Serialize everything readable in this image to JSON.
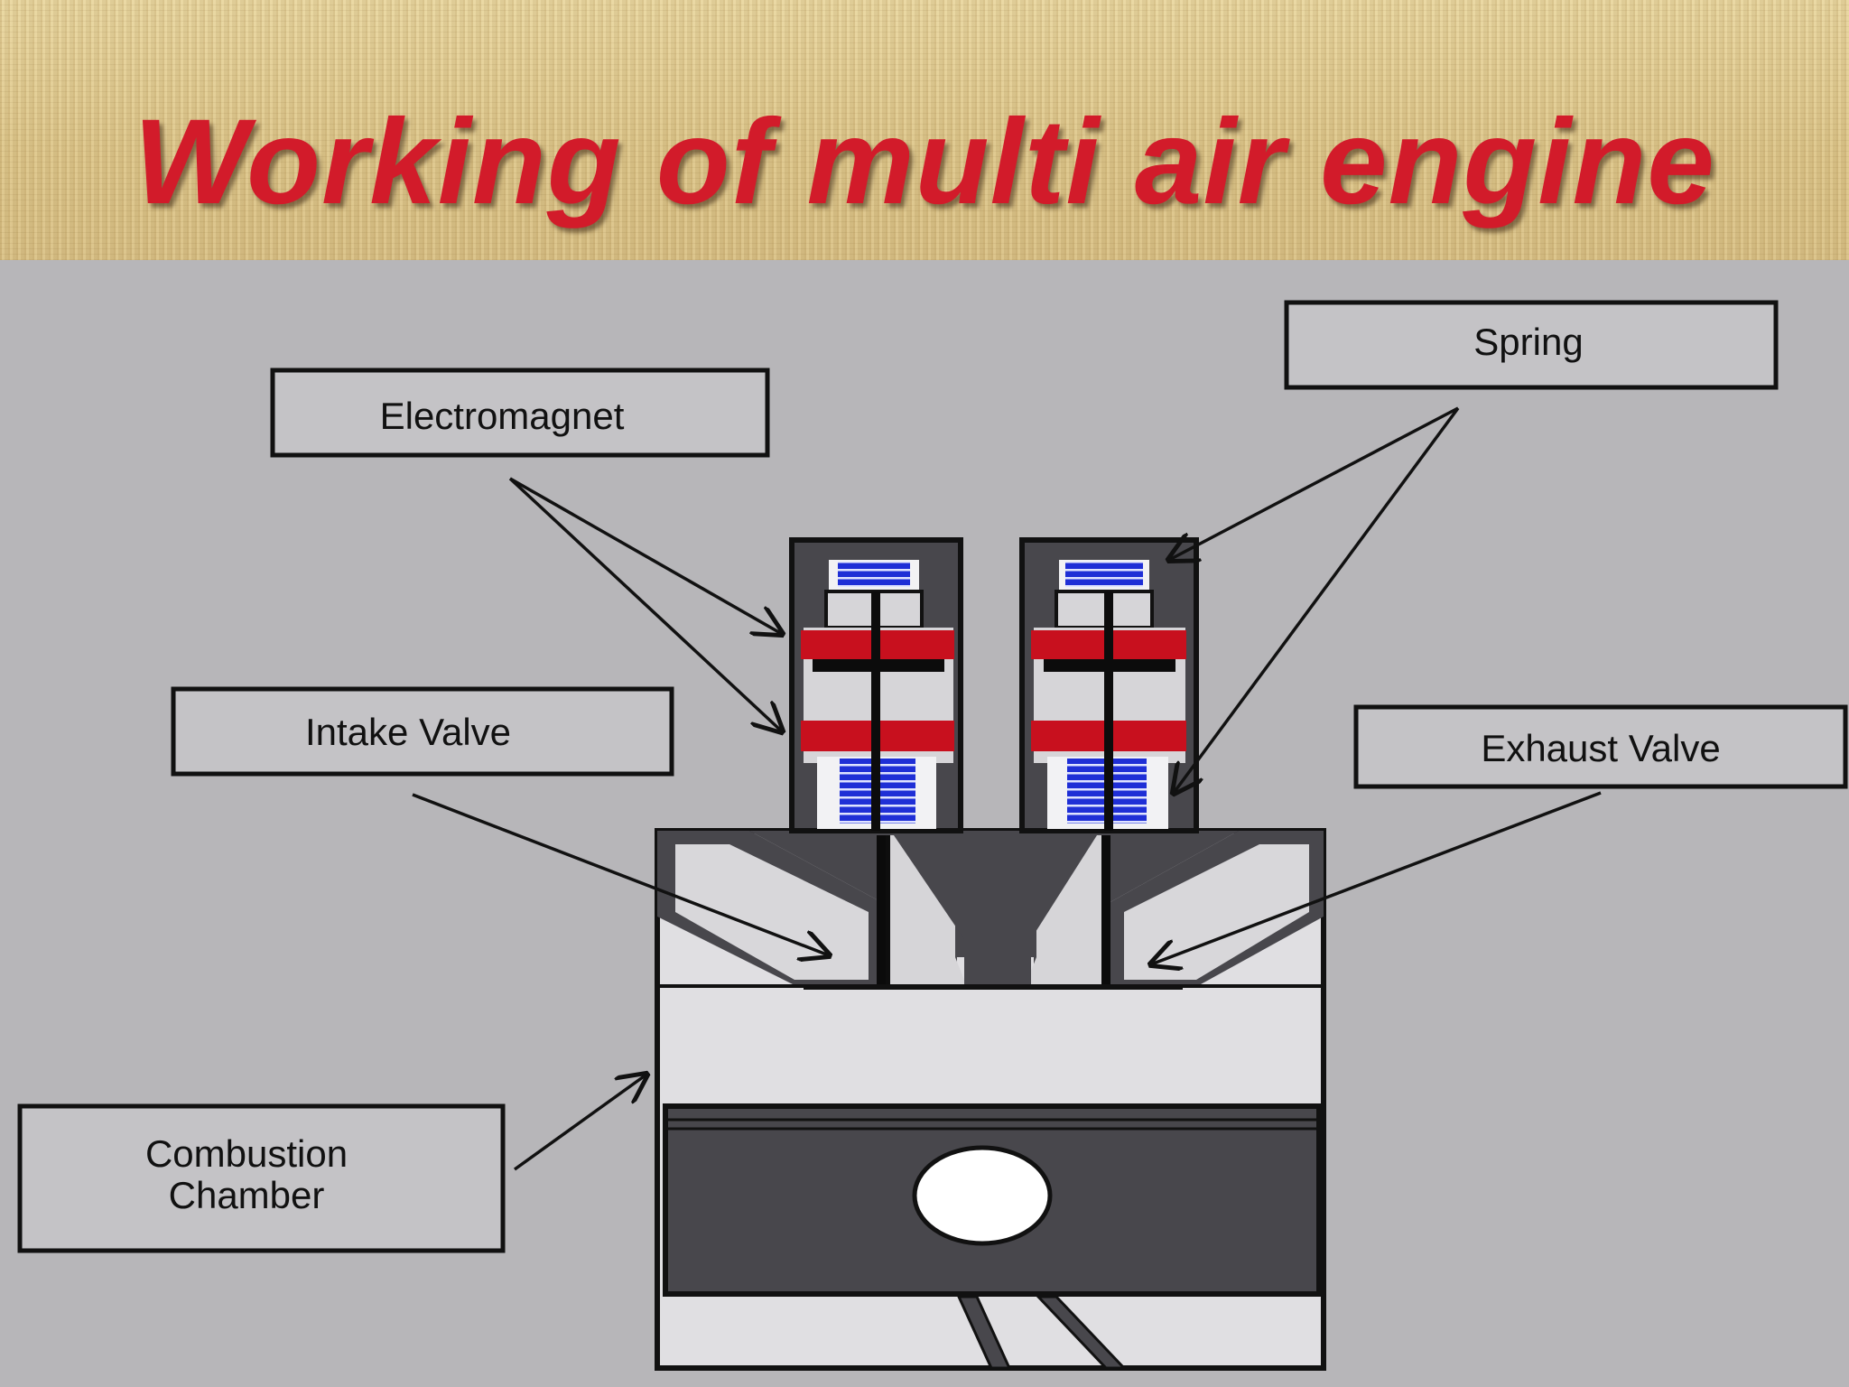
{
  "title": "Working of multi air engine",
  "labels": {
    "electromagnet": "Electromagnet",
    "spring": "Spring",
    "intake_valve": "Intake Valve",
    "exhaust_valve": "Exhaust Valve",
    "combustion_line1": "Combustion",
    "combustion_line2": "Chamber"
  },
  "colors": {
    "title": "#d21b2a",
    "background": "#b7b6b9",
    "engine_dark": "#48474c",
    "electromagnet_red": "#c8101e",
    "spring_blue": "#1f2fd6"
  }
}
